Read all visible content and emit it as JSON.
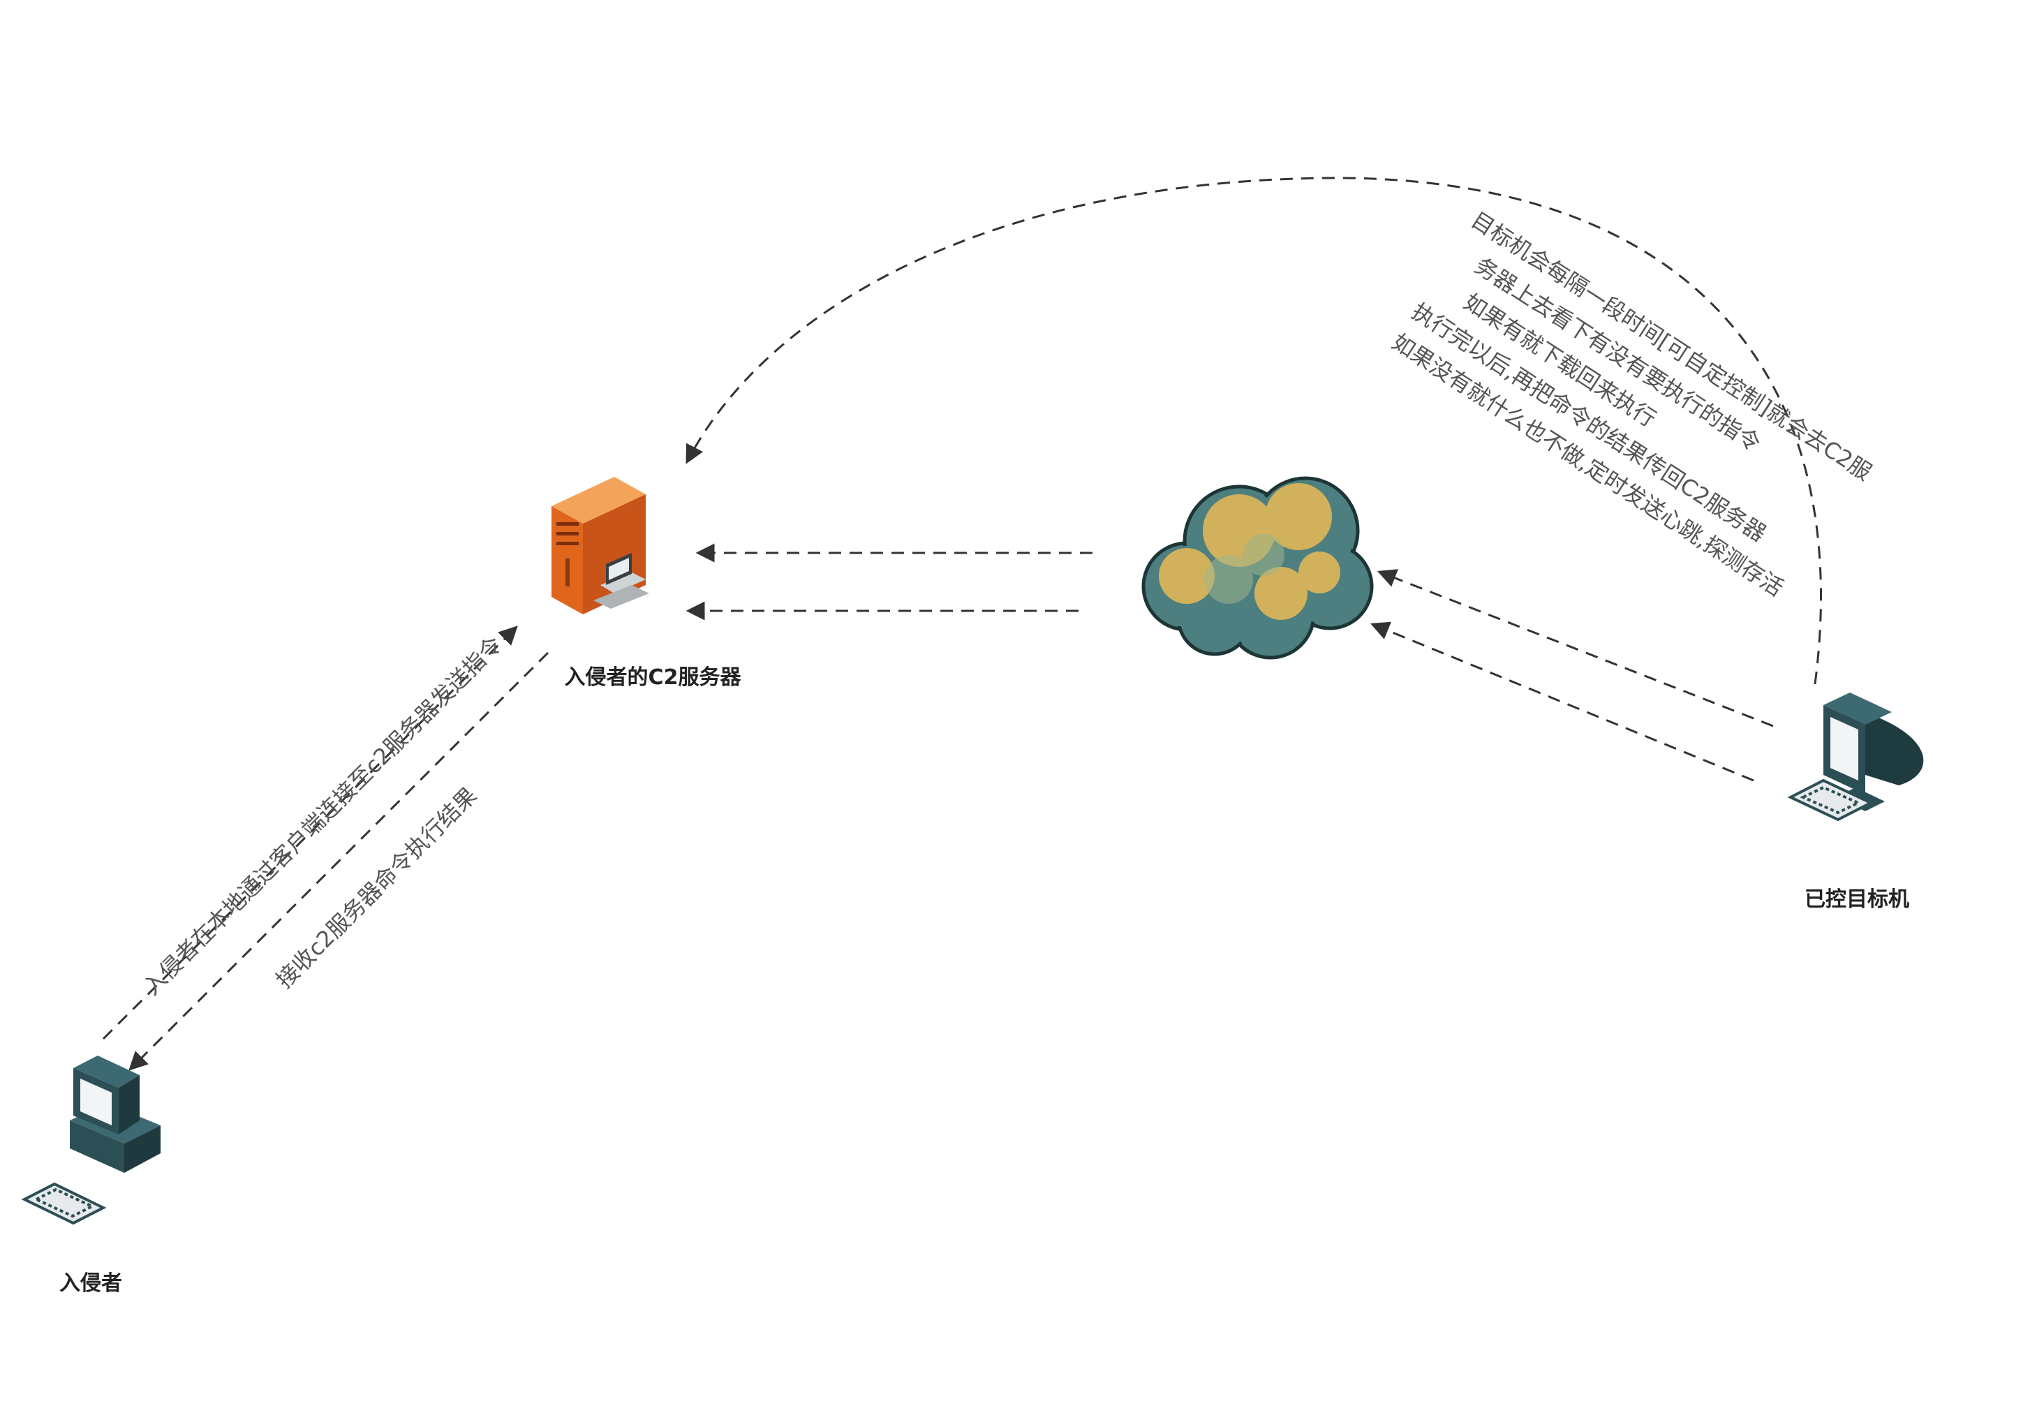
{
  "nodes": {
    "c2_server_label": "入侵者的C2服务器",
    "intruder_label": "入侵者",
    "target_label": "已控目标机"
  },
  "links": {
    "send_command_label": "入侵者在本地通过客户端连接至c2服务器发送指令",
    "receive_result_label": "接收c2服务器命令执行结果"
  },
  "note": {
    "lines": [
      "目标机会每隔一段时间[可自定控制]就会去C2服",
      "务器上去看下有没有要执行的指令",
      "如果有就下载回来执行",
      "执行完以后,再把命令的结果传回C2服务器",
      "如果没有就什么也不做,定时发送心跳,探测存活"
    ]
  },
  "colors": {
    "dash": "#333333",
    "server_orange": "#e8742a",
    "cloud_yellow": "#d9b45a",
    "cloud_teal": "#4d7f80",
    "pc_dark": "#2c4f55"
  }
}
